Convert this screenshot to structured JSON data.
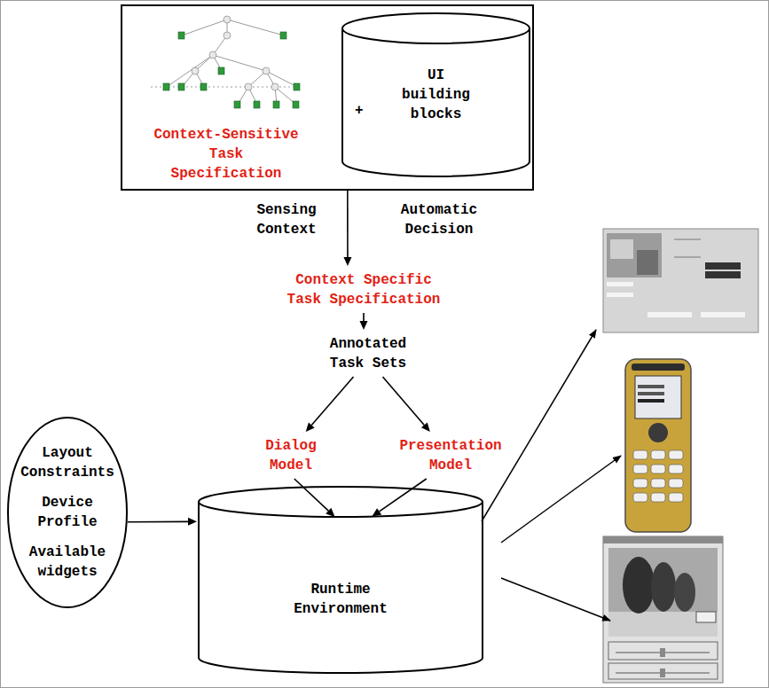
{
  "diagram": {
    "nodes": [
      {
        "text": [
          "+"
        ]
      },
      {
        "text": [
          "Context-Sensitive Task Specification"
        ],
        "in": 0
      },
      {
        "text": [
          "UI building blocks"
        ],
        "in": 0
      },
      {
        "text": [
          "Context Specific Task Specification"
        ]
      },
      {
        "text": [
          "Annotated Task Sets"
        ]
      },
      {
        "text": [
          "Dialog Model"
        ]
      },
      {
        "text": [
          "Presentation Model"
        ]
      },
      {
        "text": [
          "Layout Constraints",
          "Device Profile",
          "Available widgets"
        ]
      },
      {
        "text": [
          "Runtime Environment"
        ]
      }
    ],
    "edges": [
      {
        "from": 0,
        "to": 3,
        "arrow": "to"
      },
      {
        "from": 3,
        "to": 4,
        "arrow": "to"
      },
      {
        "from": 4,
        "to": 5,
        "arrow": "to"
      },
      {
        "from": 4,
        "to": 6,
        "arrow": "to"
      },
      {
        "from": 5,
        "to": 8,
        "arrow": "to"
      },
      {
        "from": 6,
        "to": 8,
        "arrow": "to"
      },
      {
        "from": 7,
        "to": 8,
        "arrow": "to"
      }
    ],
    "labels": [
      "Sensing Context",
      "Automatic Decision"
    ]
  }
}
